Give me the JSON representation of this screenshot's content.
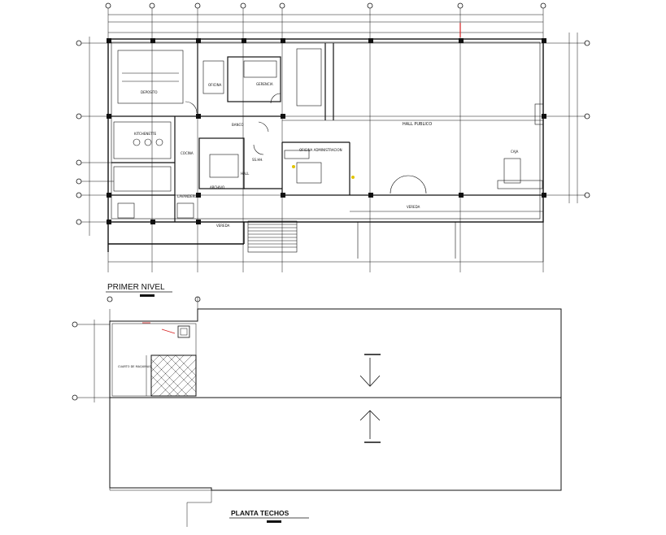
{
  "plan_primer_nivel": {
    "title": "PRIMER NIVEL",
    "rooms": {
      "hall_publico": "HALL PUBLICO",
      "oficina_administracion": "OFICINA ADMINISTRACION",
      "vereda_upper": "VEREDA",
      "vereda_lower": "VEREDA",
      "deposito": "DEPOSITO",
      "banco": "BANCO",
      "caja": "CAJA",
      "gerencia": "GERENCIA",
      "oficina": "OFICINA",
      "cocina": "COCINA",
      "ss_hh": "SS.HH.",
      "archivo": "ARCHIVO",
      "kitchenette": "KITCHENETTE",
      "lavanderia": "LAVANDERIA",
      "hall": "HALL"
    }
  },
  "plan_techos": {
    "title": "PLANTA TECHOS",
    "annotation": "CUARTO DE MAQUINAS"
  },
  "colors": {
    "line": "#111111",
    "accent_red": "#d62020",
    "accent_yellow": "#e2c400"
  }
}
